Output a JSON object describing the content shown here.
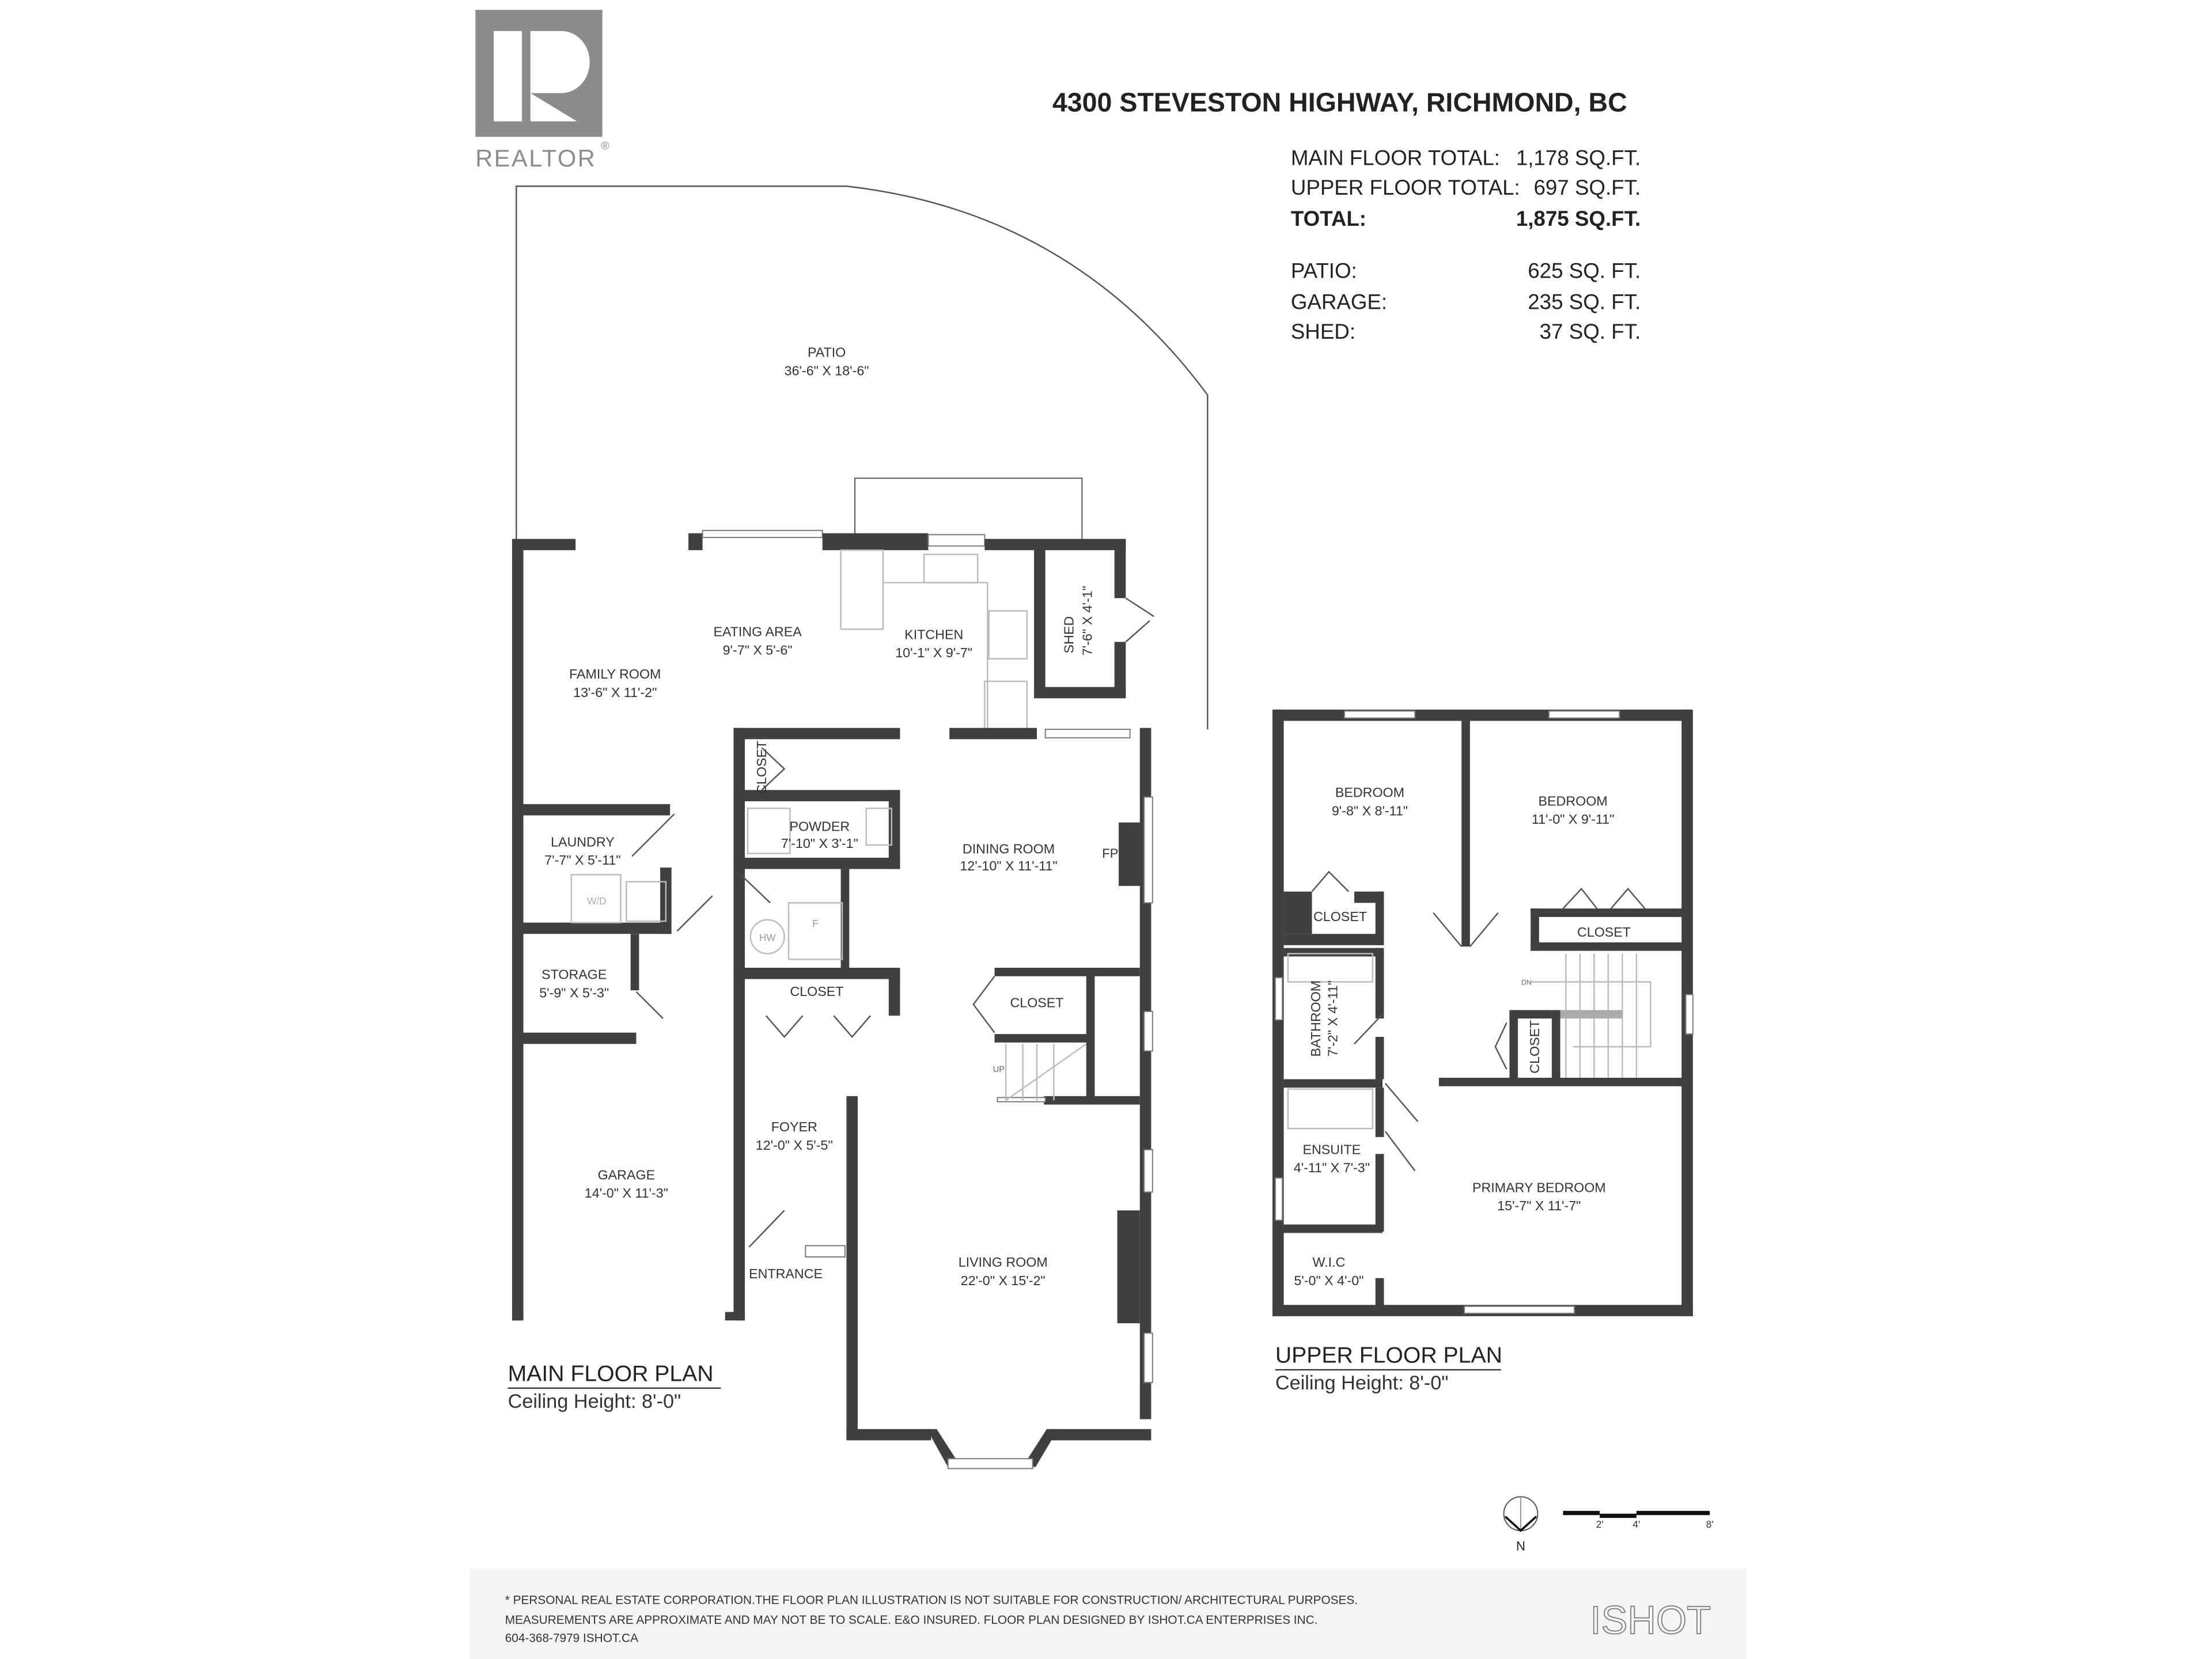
{
  "branding": {
    "realtor_logo_letter": "R",
    "realtor_logo_text": "REALTOR",
    "realtor_registered_mark": "®",
    "ishot_logo_text": "ISHOT"
  },
  "header": {
    "address": "4300 STEVESTON HIGHWAY, RICHMOND, BC"
  },
  "area_summary": {
    "rows": [
      {
        "label": "MAIN FLOOR TOTAL:",
        "value": "1,178 SQ.FT."
      },
      {
        "label": "UPPER FLOOR TOTAL:",
        "value": "697 SQ.FT."
      },
      {
        "label": "TOTAL:",
        "value": "1,875 SQ.FT."
      }
    ],
    "extras": [
      {
        "label": "PATIO:",
        "value": "625 SQ. FT."
      },
      {
        "label": "GARAGE:",
        "value": "235 SQ. FT."
      },
      {
        "label": "SHED:",
        "value": "37 SQ. FT."
      }
    ]
  },
  "main_floor": {
    "title": "MAIN FLOOR PLAN",
    "ceiling": "Ceiling Height: 8'-0\"",
    "rooms": {
      "patio": {
        "name": "PATIO",
        "dim": "36'-6\" X 18'-6\""
      },
      "eating_area": {
        "name": "EATING AREA",
        "dim": "9'-7\" X 5'-6\""
      },
      "kitchen": {
        "name": "KITCHEN",
        "dim": "10'-1\" X 9'-7\""
      },
      "shed": {
        "name": "SHED",
        "dim": "7'-6\" X 4'-1\""
      },
      "family_room": {
        "name": "FAMILY ROOM",
        "dim": "13'-6\" X 11'-2\""
      },
      "laundry": {
        "name": "LAUNDRY",
        "dim": "7'-7\" X 5'-11\""
      },
      "powder": {
        "name": "POWDER",
        "dim": "7'-10\" X 3'-1\""
      },
      "dining_room": {
        "name": "DINING ROOM",
        "dim": "12'-10\" X 11'-11\""
      },
      "storage": {
        "name": "STORAGE",
        "dim": "5'-9\" X 5'-3\""
      },
      "garage": {
        "name": "GARAGE",
        "dim": "14'-0\" X 11'-3\""
      },
      "foyer": {
        "name": "FOYER",
        "dim": "12'-0\" X 5'-5\""
      },
      "living_room": {
        "name": "LIVING ROOM",
        "dim": "22'-0\" X 15'-2\""
      },
      "entrance": {
        "name": "ENTRANCE"
      }
    },
    "labels": {
      "closet_top": "CLOSET",
      "closet_foyer": "CLOSET",
      "closet_stair": "CLOSET",
      "fireplace": "FP",
      "washer_dryer": "W/D",
      "hot_water": "HW",
      "furnace": "F",
      "stairs_up": "UP"
    }
  },
  "upper_floor": {
    "title": "UPPER FLOOR PLAN",
    "ceiling": "Ceiling Height: 8'-0\"",
    "rooms": {
      "bedroom_1": {
        "name": "BEDROOM",
        "dim": "9'-8\" X 8'-11\""
      },
      "bedroom_2": {
        "name": "BEDROOM",
        "dim": "11'-0\" X 9'-11\""
      },
      "bathroom": {
        "name": "BATHROOM",
        "dim": "7'-2\" X 4'-11\""
      },
      "ensuite": {
        "name": "ENSUITE",
        "dim": "4'-11\" X 7'-3\""
      },
      "primary_bedroom": {
        "name": "PRIMARY BEDROOM",
        "dim": "15'-7\" X 11'-7\""
      },
      "wic": {
        "name": "W.I.C",
        "dim": "5'-0\" X 4'-0\""
      }
    },
    "labels": {
      "closet_bed1": "CLOSET",
      "closet_bed2": "CLOSET",
      "closet_hall": "CLOSET",
      "stairs_down": "DN"
    }
  },
  "legend": {
    "north_label": "N",
    "scale_ticks": [
      "2'",
      "4'",
      "8'"
    ]
  },
  "footer": {
    "line1": "* PERSONAL REAL ESTATE CORPORATION.THE FLOOR PLAN ILLUSTRATION IS NOT SUITABLE FOR CONSTRUCTION/ ARCHITECTURAL PURPOSES.",
    "line2": "MEASUREMENTS ARE APPROXIMATE AND MAY NOT BE TO SCALE. E&O INSURED. FLOOR PLAN DESIGNED BY ISHOT.CA ENTERPRISES INC.",
    "line3": "604-368-7979  ISHOT.CA"
  },
  "colors": {
    "wall": "#404040",
    "logo_gray": "#8c8c8c",
    "footer_bg": "#f4f4f4"
  }
}
